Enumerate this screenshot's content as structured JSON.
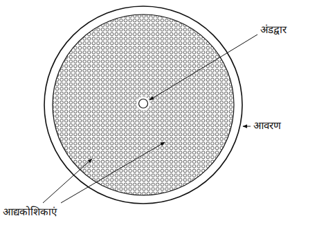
{
  "diagram": {
    "labels": [
      "अंडद्वार",
      "आवरण",
      "आद्यकोशिकाएं"
    ]
  }
}
